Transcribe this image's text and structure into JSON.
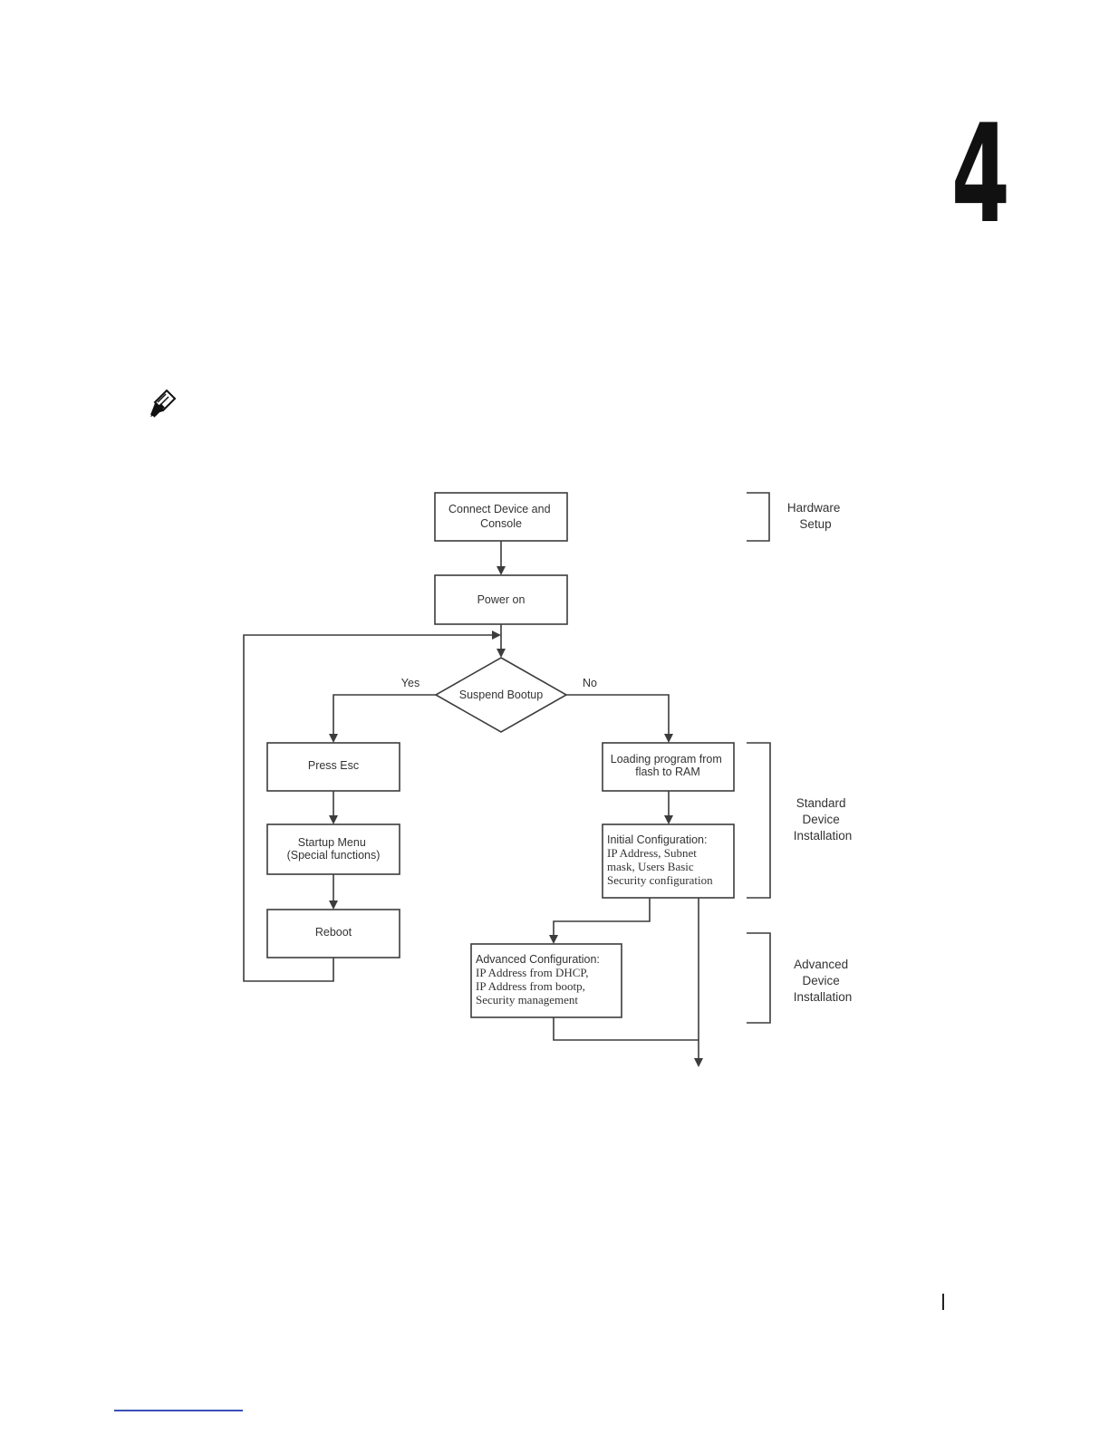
{
  "chapter": {
    "number": "4"
  },
  "note": {
    "icon": "pencil-note-icon"
  },
  "flowchart": {
    "nodes": {
      "connect": [
        "Connect Device and",
        "Console"
      ],
      "power_on": [
        "Power on"
      ],
      "suspend": [
        "Suspend Bootup"
      ],
      "press_esc": [
        "Press Esc"
      ],
      "startup_menu": [
        "Startup Menu",
        "(Special functions)"
      ],
      "reboot": [
        "Reboot"
      ],
      "loading": [
        "Loading program from",
        "flash to RAM"
      ],
      "initial_config": [
        "Initial Configuration:",
        "IP Address, Subnet",
        "mask, Users Basic",
        "Security configuration"
      ],
      "advanced_config": [
        "Advanced Configuration:",
        "IP Address from DHCP,",
        "IP Address from bootp,",
        "Security management"
      ]
    },
    "edge_labels": {
      "yes": "Yes",
      "no": "No"
    },
    "groups": {
      "hardware": [
        "Hardware",
        "Setup"
      ],
      "standard": [
        "Standard",
        "Device",
        "Installation"
      ],
      "advanced": [
        "Advanced",
        "Device",
        "Installation"
      ]
    }
  },
  "colors": {
    "line": "#3c3c3c",
    "text": "#333333",
    "link": "#3a4fb8"
  }
}
